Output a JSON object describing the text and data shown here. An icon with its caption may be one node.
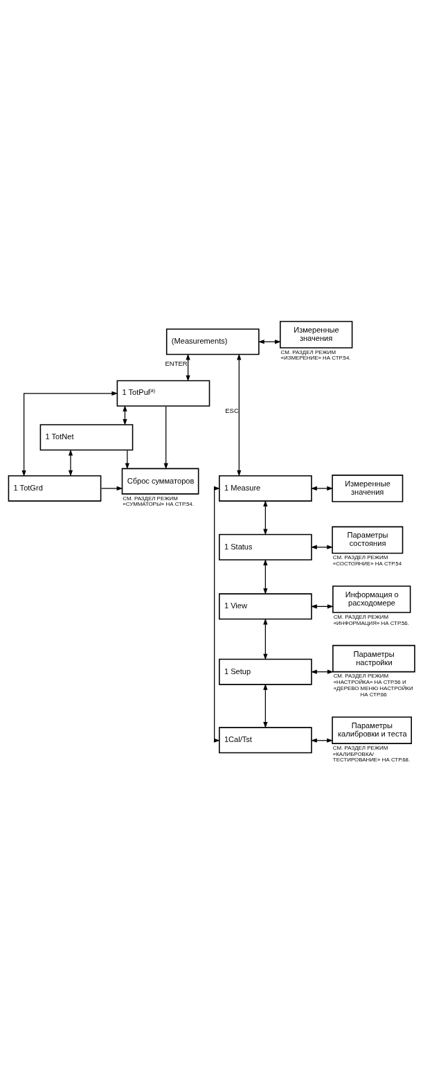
{
  "diagram": {
    "nodes": [
      {
        "text": [
          "(Measurements)"
        ]
      },
      {
        "text": [
          "Измеренные значения"
        ],
        "beside": [
          "СМ. РАЗДЕЛ РЕЖИМ «ИЗМЕРЕНИЕ» НА СТР.54."
        ]
      },
      {
        "text": [
          "1 TotPul$^{(a)}$"
        ]
      },
      {
        "text": [
          "1 TotNet"
        ]
      },
      {
        "text": [
          "1 TotGrd"
        ]
      },
      {
        "text": [
          "Сброс сумматоров"
        ],
        "beside": [
          "СМ. РАЗДЕЛ РЕЖИМ «СУММАТОРЫ» НА СТР.54."
        ]
      },
      {
        "text": [
          "1 Measure"
        ]
      },
      {
        "text": [
          "Измеренные значения"
        ]
      },
      {
        "text": [
          "1 Status"
        ]
      },
      {
        "text": [
          "Параметры состояния"
        ],
        "beside": [
          "СМ. РАЗДЕЛ РЕЖИМ «СОСТОЯНИЕ» НА СТР.54"
        ]
      },
      {
        "text": [
          "1 View"
        ]
      },
      {
        "text": [
          "Информация о расходомере"
        ],
        "beside": [
          "СМ. РАЗДЕЛ РЕЖИМ «ИНФОРМАЦИЯ» НА СТР.56."
        ]
      },
      {
        "text": [
          "1 Setup"
        ]
      },
      {
        "text": [
          "Параметры настройки"
        ],
        "beside": [
          "СМ. РАЗДЕЛ РЕЖИМ «НАСТРОЙКА» НА СТР.56 И «ДЕРЕВО МЕНЮ НАСТРОЙКИ НА СТР.66"
        ]
      },
      {
        "text": [
          "1Cal/Tst"
        ]
      },
      {
        "text": [
          "Параметры калибровки и теста"
        ],
        "beside": [
          "СМ. РАЗДЕЛ РЕЖИМ «КАЛИБРОВКА/ ТЕСТИРОВАНИЕ» НА СТР.68."
        ]
      }
    ],
    "edges": [
      {
        "from": 0,
        "to": 1,
        "arrow": "both"
      },
      {
        "from": 0,
        "to": 2,
        "arrow": "both",
        "label": "ENTER"
      },
      {
        "from": 2,
        "to": 3,
        "arrow": "both"
      },
      {
        "from": 3,
        "to": 4,
        "arrow": "both"
      },
      {
        "from": 4,
        "to": 2,
        "arrow": "both"
      },
      {
        "from": 2,
        "to": 5,
        "arrow": "to"
      },
      {
        "from": 3,
        "to": 5,
        "arrow": "to"
      },
      {
        "from": 4,
        "to": 5,
        "arrow": "to"
      },
      {
        "from": 0,
        "to": 6,
        "arrow": "both",
        "label": "ESC"
      },
      {
        "from": 6,
        "to": 7,
        "arrow": "both"
      },
      {
        "from": 6,
        "to": 8,
        "arrow": "both"
      },
      {
        "from": 8,
        "to": 9,
        "arrow": "both"
      },
      {
        "from": 8,
        "to": 10,
        "arrow": "both"
      },
      {
        "from": 10,
        "to": 11,
        "arrow": "both"
      },
      {
        "from": 10,
        "to": 12,
        "arrow": "both"
      },
      {
        "from": 12,
        "to": 13,
        "arrow": "both"
      },
      {
        "from": 12,
        "to": 14,
        "arrow": "both"
      },
      {
        "from": 14,
        "to": 15,
        "arrow": "both"
      },
      {
        "from": 14,
        "to": 6,
        "arrow": "both"
      }
    ]
  }
}
